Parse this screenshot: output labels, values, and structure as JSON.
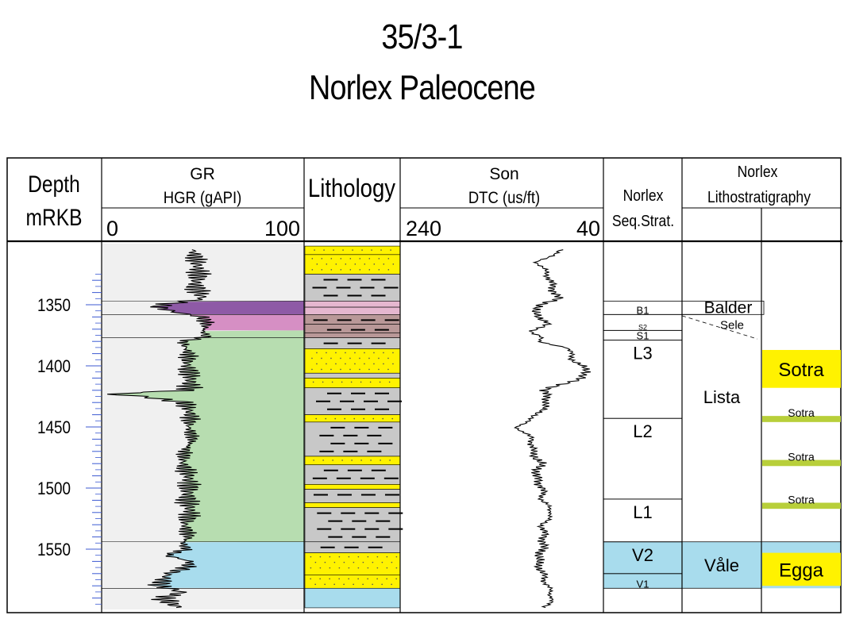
{
  "title": "35/3-1",
  "subtitle": "Norlex Paleocene",
  "headers": {
    "depth_line1": "Depth",
    "depth_line2": "mRKB",
    "gr_line1": "GR",
    "gr_line2": "HGR (gAPI)",
    "gr_min": "0",
    "gr_max": "100",
    "lithology": "Lithology",
    "son_line1": "Son",
    "son_line2": "DTC (us/ft)",
    "son_left": "240",
    "son_right": "40",
    "seq_line1": "Norlex",
    "seq_line2": "Seq.Strat.",
    "litho_line1": "Norlex",
    "litho_line2": "Lithostratigraphy"
  },
  "depth_ticks": [
    "1350",
    "1400",
    "1450",
    "1500",
    "1550"
  ],
  "colors": {
    "balder": "#8e5aa6",
    "sele": "#d68fc4",
    "lista": "#b7ddb0",
    "vale": "#a8dced",
    "sand": "#fff200",
    "shale": "#c8c8c8",
    "brown": "#b99898",
    "pink_litho": "#e5b7cf",
    "sotra_thin": "#b8cf3a",
    "gr_fill": "#f0f0f0",
    "tick_blue": "#3c5ad2"
  },
  "seq_strat": [
    {
      "label": "B1",
      "top": 1347,
      "base": 1358
    },
    {
      "label": "S2",
      "top": 1358,
      "base": 1371
    },
    {
      "label": "S1",
      "top": 1371,
      "base": 1379
    },
    {
      "label": "L3",
      "top": 1379,
      "base": 1443
    },
    {
      "label": "L2",
      "top": 1443,
      "base": 1509
    },
    {
      "label": "L1",
      "top": 1509,
      "base": 1544
    },
    {
      "label": "V2",
      "top": 1544,
      "base": 1570
    },
    {
      "label": "V1",
      "top": 1570,
      "base": 1582
    }
  ],
  "lithostrat": [
    {
      "label": "Balder",
      "top": 1347,
      "base": 1358
    },
    {
      "label": "Sele",
      "top": 1358,
      "base": 1371
    },
    {
      "label": "Lista",
      "top": 1371,
      "base": 1544
    },
    {
      "label": "Våle",
      "top": 1544,
      "base": 1582
    }
  ],
  "members": [
    {
      "label": "Sotra",
      "top": 1387,
      "base": 1418
    },
    {
      "label": "Sotra",
      "top": 1441,
      "base": 1446
    },
    {
      "label": "Sotra",
      "top": 1477,
      "base": 1482
    },
    {
      "label": "Sotra",
      "top": 1512,
      "base": 1517
    },
    {
      "label": "Egga",
      "top": 1553,
      "base": 1580
    }
  ],
  "chart_data": {
    "type": "line",
    "depth_range": [
      1302,
      1602
    ],
    "y_axis": "Depth mRKB",
    "depth_ticks": [
      1350,
      1400,
      1450,
      1500,
      1550
    ],
    "series": [
      {
        "name": "GR",
        "xlim": [
          0,
          100
        ],
        "depth": [
          1305,
          1315,
          1325,
          1335,
          1345,
          1350,
          1352,
          1356,
          1360,
          1366,
          1372,
          1376,
          1380,
          1390,
          1400,
          1410,
          1420,
          1423,
          1425,
          1430,
          1440,
          1450,
          1460,
          1470,
          1480,
          1490,
          1500,
          1510,
          1520,
          1530,
          1540,
          1545,
          1550,
          1555,
          1560,
          1565,
          1570,
          1580,
          1585,
          1590,
          1598
        ],
        "values": [
          45,
          47,
          48,
          46,
          50,
          30,
          28,
          36,
          50,
          52,
          50,
          52,
          40,
          43,
          42,
          44,
          43,
          3,
          20,
          41,
          44,
          43,
          45,
          41,
          40,
          43,
          43,
          42,
          44,
          41,
          43,
          40,
          42,
          32,
          44,
          42,
          33,
          28,
          40,
          30,
          38
        ]
      },
      {
        "name": "DTC",
        "xlim": [
          240,
          40
        ],
        "depth": [
          1305,
          1315,
          1325,
          1335,
          1345,
          1350,
          1355,
          1365,
          1372,
          1376,
          1380,
          1385,
          1395,
          1400,
          1405,
          1410,
          1420,
          1430,
          1440,
          1450,
          1460,
          1470,
          1480,
          1490,
          1500,
          1510,
          1520,
          1530,
          1540,
          1550,
          1560,
          1570,
          1580,
          1590,
          1598
        ],
        "values": [
          80,
          105,
          95,
          90,
          85,
          100,
          110,
          95,
          110,
          102,
          105,
          75,
          70,
          62,
          55,
          62,
          98,
          95,
          105,
          125,
          110,
          110,
          102,
          107,
          100,
          100,
          90,
          100,
          98,
          100,
          105,
          100,
          95,
          90,
          98
        ]
      }
    ]
  }
}
